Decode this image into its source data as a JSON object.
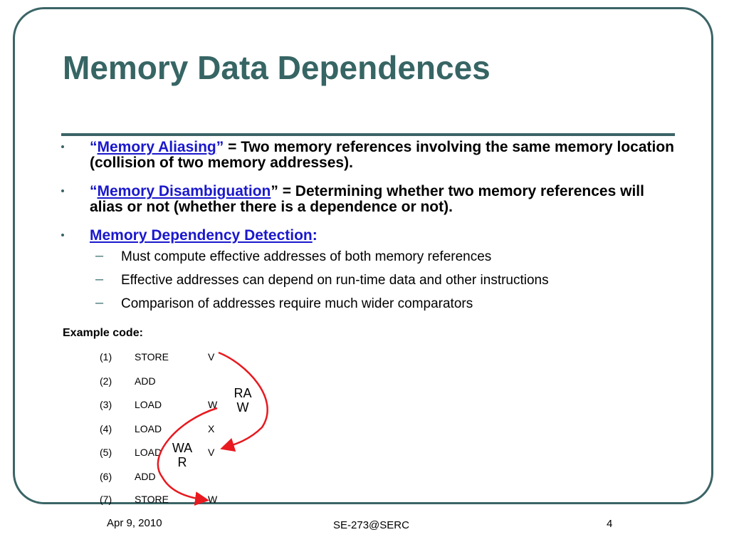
{
  "slide": {
    "title": "Memory Data Dependences",
    "bullets": {
      "aliasing": {
        "open_quote": "“",
        "term": "Memory Aliasing",
        "close_quote": "”",
        "text": " = Two memory references involving the same memory location (collision of two memory addresses)."
      },
      "disambiguation": {
        "open_quote": "“",
        "term": "Memory Disambiguation",
        "text": "” = Determining whether two memory references will alias or not (whether there is a dependence or not)."
      },
      "detection": {
        "term": "Memory Dependency Detection",
        "suffix": ":",
        "subitems": [
          "Must compute effective addresses of both memory references",
          "Effective addresses can depend on run-time data and other instructions",
          "Comparison of addresses require much wider comparators"
        ]
      }
    },
    "sub_dash": "–",
    "example_label": "Example code:",
    "code": [
      {
        "num": "(1)",
        "op": "STORE",
        "arg": "V"
      },
      {
        "num": "(2)",
        "op": "ADD",
        "arg": ""
      },
      {
        "num": "(3)",
        "op": "LOAD",
        "arg": "W"
      },
      {
        "num": "(4)",
        "op": "LOAD",
        "arg": "X"
      },
      {
        "num": "(5)",
        "op": "LOAD",
        "arg": "V"
      },
      {
        "num": "(6)",
        "op": "ADD",
        "arg": ""
      },
      {
        "num": "(7)",
        "op": "STORE",
        "arg": "W"
      }
    ],
    "dependences": {
      "raw": {
        "line1": "RA",
        "line2": "W",
        "from": 1,
        "to": 5
      },
      "war": {
        "line1": "WA",
        "line2": "R",
        "from": 3,
        "to": 7
      }
    },
    "colors": {
      "accent": "#366564",
      "link": "#1a18cc",
      "arrow": "#e8191f"
    }
  },
  "footer": {
    "date": "Apr 9, 2010",
    "center": "SE-273@SERC",
    "page": "4"
  }
}
